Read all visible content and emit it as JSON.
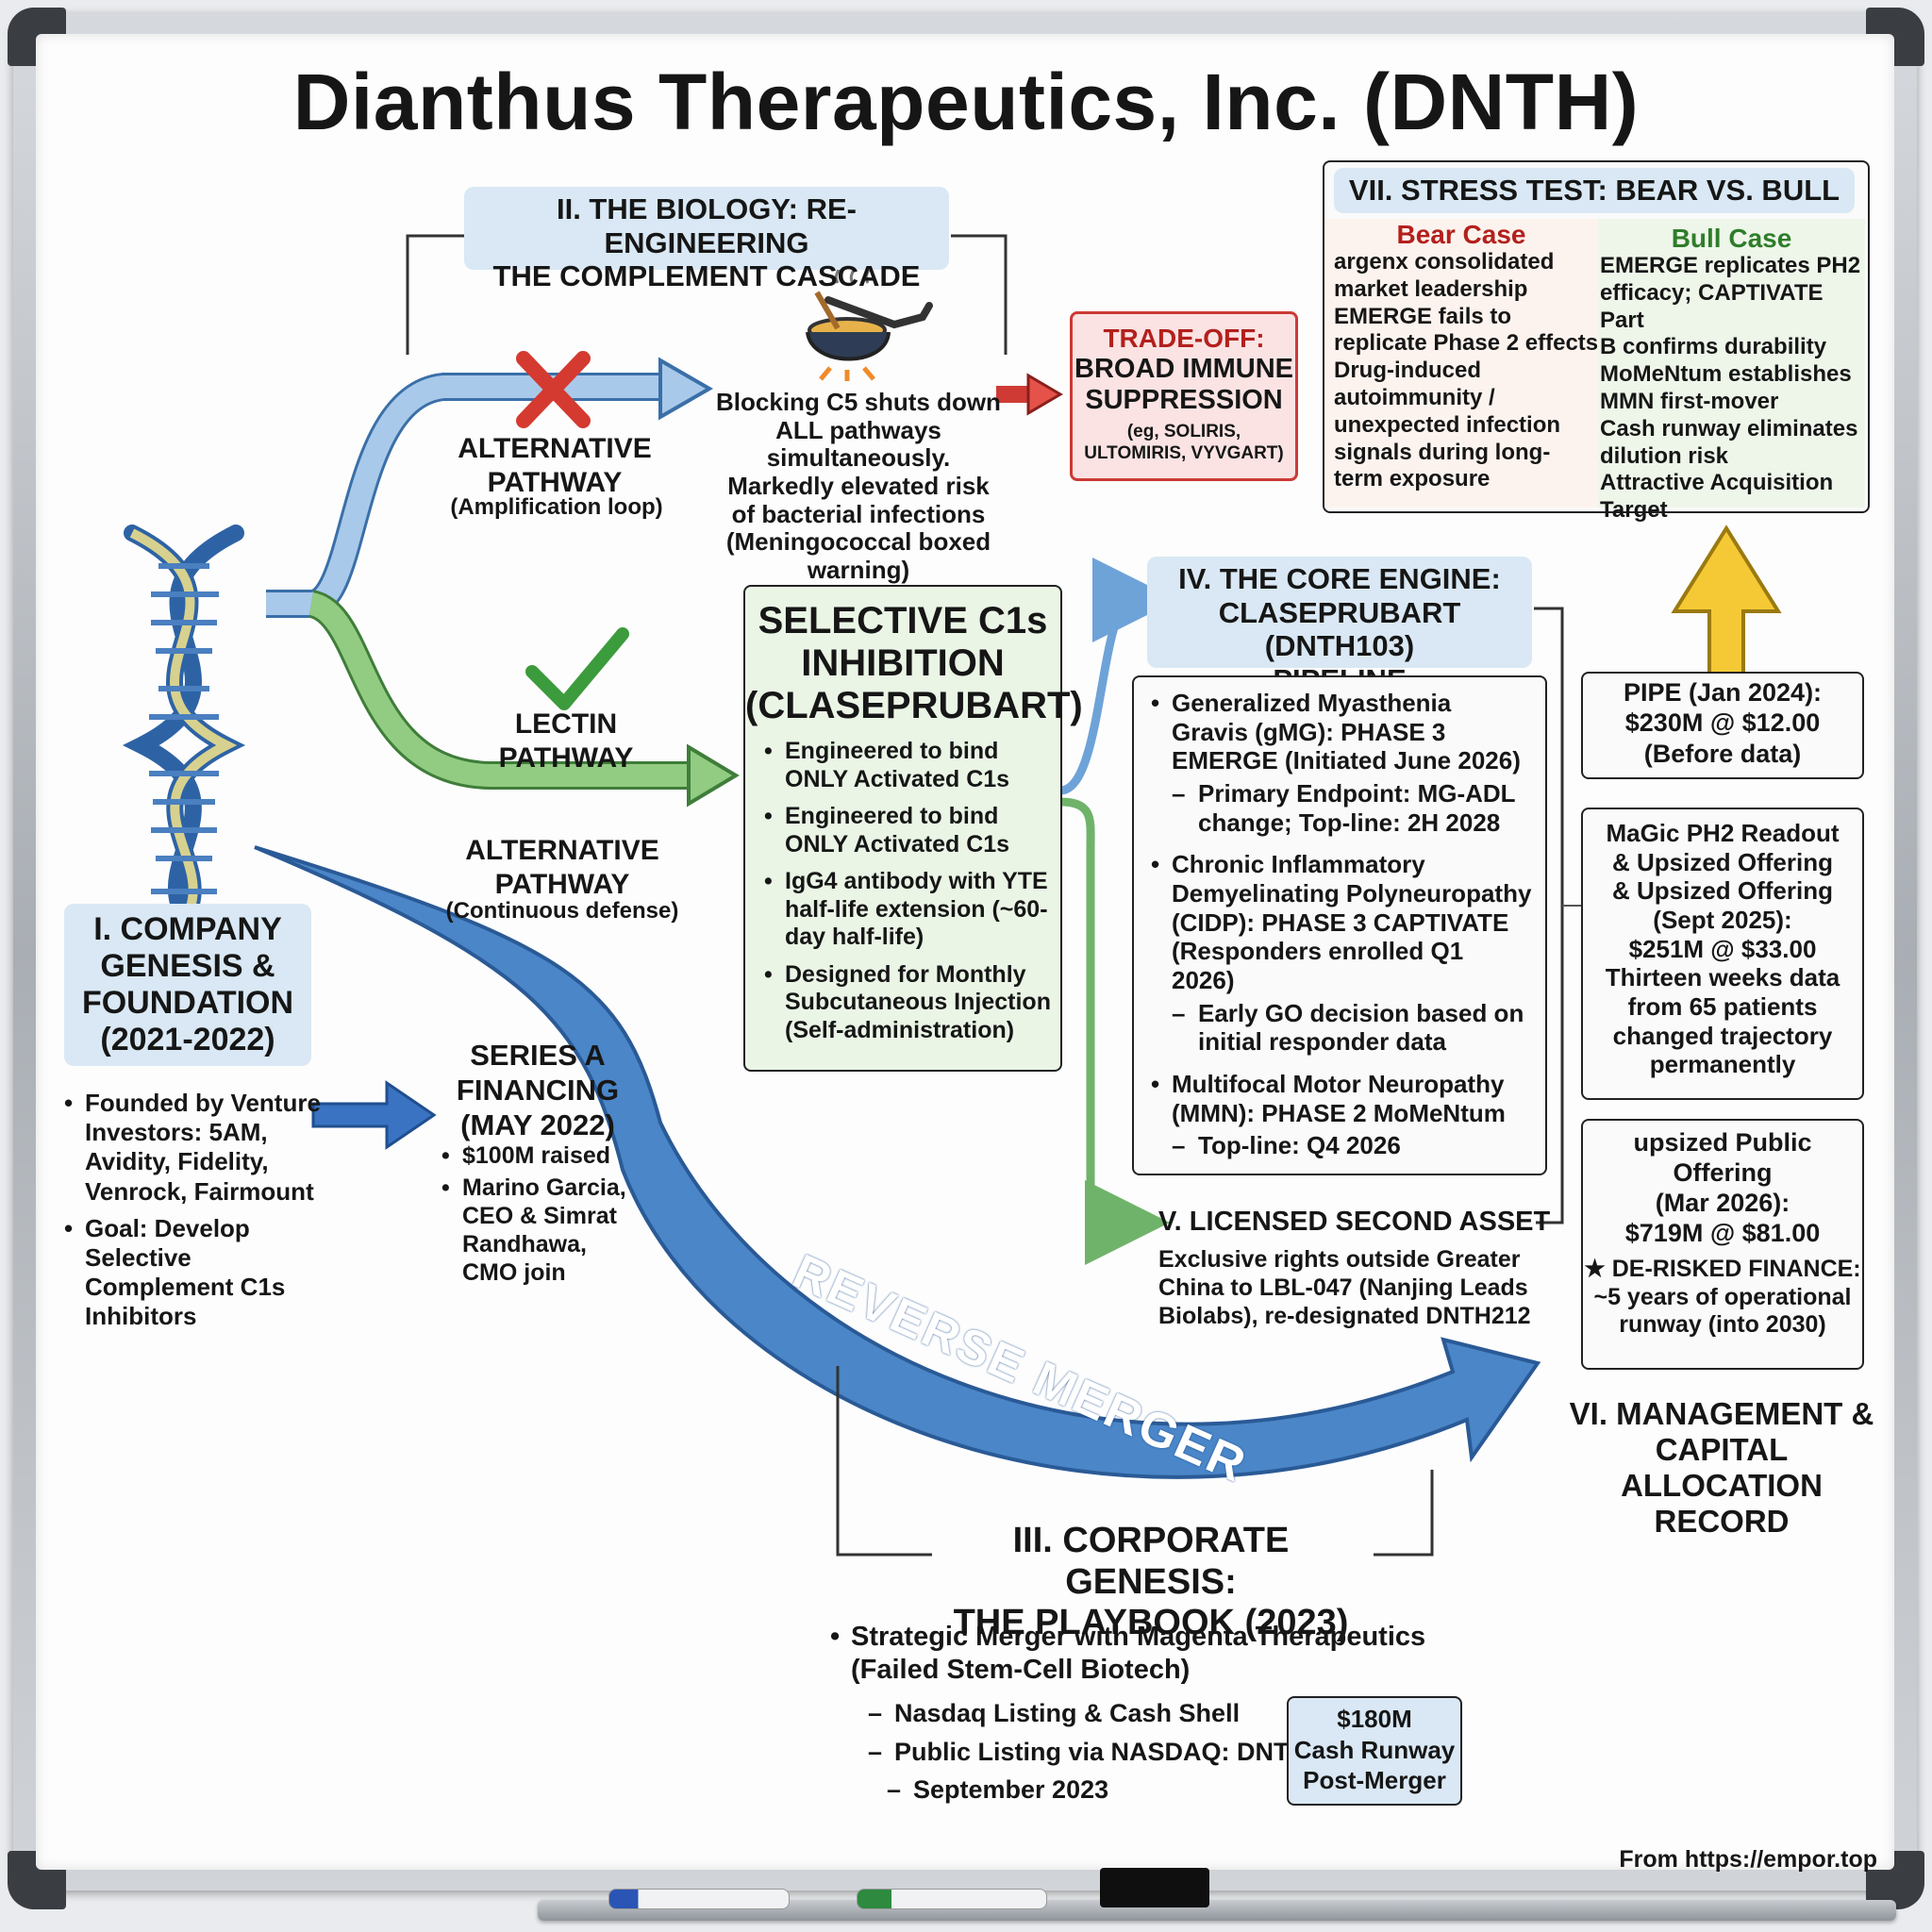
{
  "title": "Dianthus Therapeutics, Inc. (DNTH)",
  "section1": {
    "heading_lines": [
      "I. COMPANY",
      "GENESIS &",
      "FOUNDATION",
      "(2021-2022)"
    ],
    "bullets": [
      "Founded by Venture Investors: 5AM, Avidity, Fidelity, Venrock, Fairmount",
      "Goal: Develop Selective Complement C1s Inhibitors"
    ]
  },
  "series_a": {
    "heading_lines": [
      "SERIES A",
      "FINANCING",
      "(MAY 2022)"
    ],
    "bullets": [
      "$100M raised",
      "Marino Garcia, CEO & Simrat Randhawa, CMO join"
    ]
  },
  "section2": {
    "heading_lines": [
      "II. THE BIOLOGY: RE-ENGINEERING",
      "THE COMPLEMENT CASCADE"
    ],
    "alt_top_label": [
      "ALTERNATIVE",
      "PATHWAY"
    ],
    "alt_top_sub": "(Amplification loop)",
    "c5_text": [
      "Blocking C5 shuts down",
      "ALL pathways simultaneously.",
      "Markedly elevated risk",
      "of bacterial infections",
      "(Meningococcal boxed",
      "warning)"
    ],
    "lectin_label": [
      "LECTIN",
      "PATHWAY"
    ],
    "alt_bottom_label": [
      "ALTERNATIVE",
      "PATHWAY"
    ],
    "alt_bottom_sub": "(Continuous defense)"
  },
  "tradeoff": {
    "title": "TRADE-OFF:",
    "lines": [
      "BROAD IMMUNE",
      "SUPPRESSION"
    ],
    "examples": [
      "(eg, SOLIRIS,",
      "ULTOMIRIS, VYVGART)"
    ]
  },
  "selective": {
    "heading_lines": [
      "SELECTIVE C1s",
      "INHIBITION",
      "(CLASEPRUBART)"
    ],
    "bullets": [
      "Engineered to bind ONLY Activated C1s",
      "Engineered to bind ONLY Activated C1s",
      "IgG4 antibody with YTE half-life extension (~60-day half-life)",
      "Designed for Monthly Subcutaneous Injection (Self-administration)"
    ]
  },
  "section4": {
    "heading_lines": [
      "IV. THE CORE ENGINE:",
      "CLASEPRUBART (DNTH103)",
      "PIPELINE"
    ],
    "items": [
      {
        "text": "Generalized Myasthenia Gravis (gMG): PHASE 3 EMERGE (Initiated June 2026)",
        "sub": "Primary Endpoint: MG-ADL change; Top-line: 2H 2028"
      },
      {
        "text": "Chronic Inflammatory Demyelinating Polyneuropathy (CIDP): PHASE 3 CAPTIVATE (Responders enrolled Q1 2026)",
        "sub": "Early GO decision based on initial responder data"
      },
      {
        "text": "Multifocal Motor Neuropathy (MMN): PHASE 2 MoMeNtum",
        "sub": "Top-line: Q4 2026"
      }
    ]
  },
  "section5": {
    "heading": "V. LICENSED SECOND ASSET",
    "text": "Exclusive rights outside Greater China to LBL-047 (Nanjing Leads Biolabs), re-designated DNTH212"
  },
  "reverse_merger": "REVERSE MERGER",
  "section3": {
    "heading_lines": [
      "III. CORPORATE GENESIS:",
      "THE PLAYBOOK (2023)"
    ],
    "bullet": "Strategic Merger with Magenta Therapeutics (Failed Stem-Cell Biotech)",
    "subs": [
      "Nasdaq Listing & Cash Shell",
      "Public Listing via NASDAQ: DNTH",
      "September 2023"
    ],
    "cash_box": [
      "$180M",
      "Cash Runway",
      "Post-Merger"
    ]
  },
  "section6": {
    "heading_lines": [
      "VI. MANAGEMENT &",
      "CAPITAL ALLOCATION",
      "RECORD"
    ],
    "pipe": [
      "PIPE (Jan 2024):",
      "$230M @ $12.00",
      "(Before data)"
    ],
    "magic": [
      "MaGic PH2 Readout",
      "& Upsized Offering",
      "& Upsized Offering",
      "(Sept 2025):",
      "$251M @ $33.00",
      "Thirteen weeks data",
      "from 65 patients",
      "changed trajectory",
      "permanently"
    ],
    "upsized": [
      "upsized Public",
      "Offering",
      "(Mar 2026):",
      "$719M @ $81.00"
    ],
    "derisked": [
      "★ DE-RISKED FINANCE:",
      "~5 years of operational",
      "runway (into 2030)"
    ]
  },
  "section7": {
    "heading": "VII. STRESS TEST: BEAR VS. BULL CASE",
    "bear_title": "Bear Case",
    "bear_lines": [
      "argenx consolidated",
      "market leadership",
      "EMERGE fails to",
      "replicate Phase 2 effects",
      "Drug-induced",
      "autoimmunity /",
      "unexpected infection",
      "signals during long-",
      "term exposure"
    ],
    "bull_title": "Bull Case",
    "bull_lines": [
      "EMERGE replicates PH2",
      "efficacy; CAPTIVATE Part",
      "B confirms durability",
      "MoMeNtum establishes",
      "MMN first-mover",
      "Cash runway eliminates",
      "dilution risk",
      "Attractive Acquisition",
      "Target"
    ]
  },
  "footer": "From https://empor.top",
  "colors": {
    "blue_arrow": "#3f7fc4",
    "green_arrow": "#6fb36a",
    "light_blue": "#d9e8f4",
    "light_green": "#eaf5e6",
    "light_red": "#fbe3e3",
    "bear": "#b3201d",
    "bull": "#2f7d2a"
  }
}
